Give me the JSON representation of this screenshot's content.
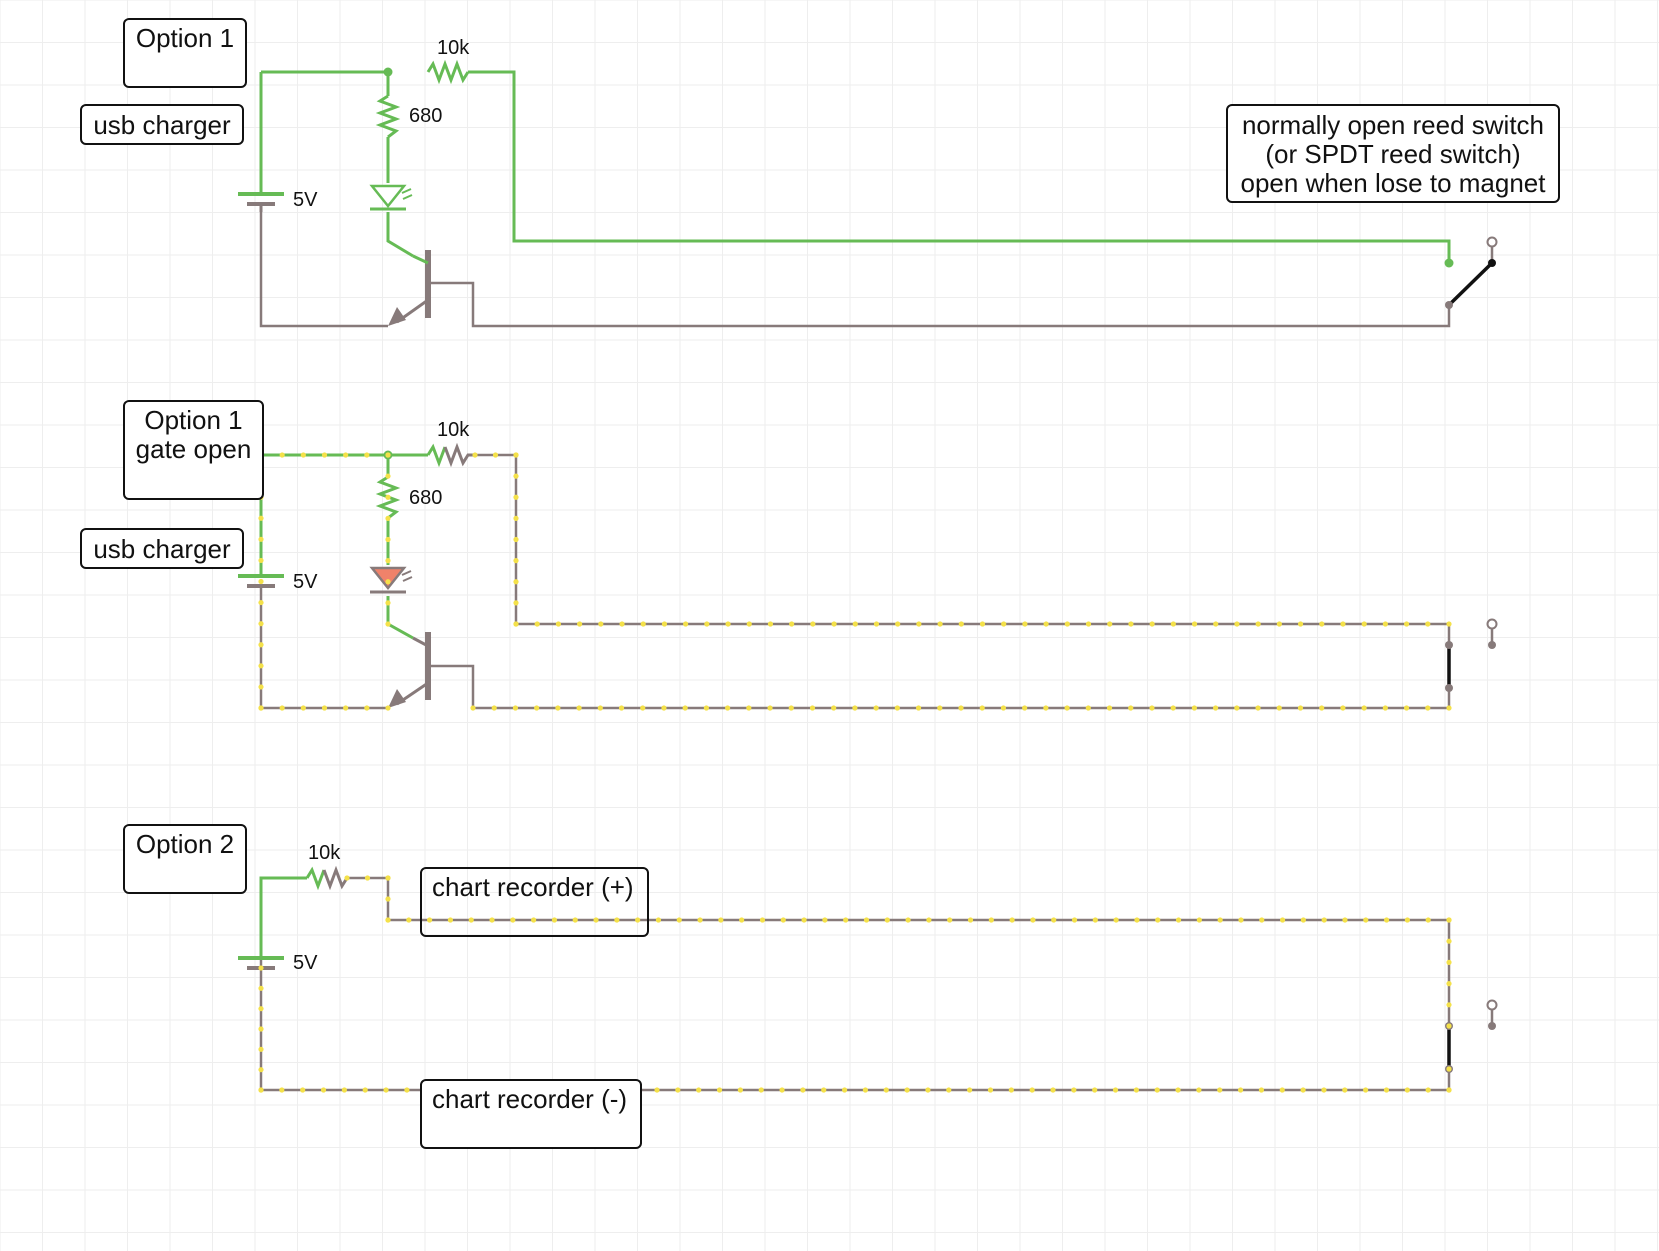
{
  "colors": {
    "background": "#ffffff",
    "grid": "#e3e3e3",
    "powered_wire": "#66bb55",
    "ground_wire": "#877a7a",
    "current_dots": "#f4e14a",
    "switch_contact": "#111111",
    "led_lit": "#f0826a"
  },
  "option1": {
    "title": "Option 1",
    "source_label": "usb charger",
    "battery_value": "5V",
    "r_base_value": "10k",
    "r_led_value": "680",
    "switch_note": [
      "normally open reed switch",
      "(or SPDT reed switch)",
      "open when lose to magnet"
    ]
  },
  "option1_open": {
    "title": [
      "Option 1",
      "gate open"
    ],
    "source_label": "usb charger",
    "battery_value": "5V",
    "r_base_value": "10k",
    "r_led_value": "680"
  },
  "option2": {
    "title": "Option 2",
    "battery_value": "5V",
    "r_value": "10k",
    "recorder_plus": "chart recorder (+)",
    "recorder_minus": "chart recorder (-)"
  }
}
